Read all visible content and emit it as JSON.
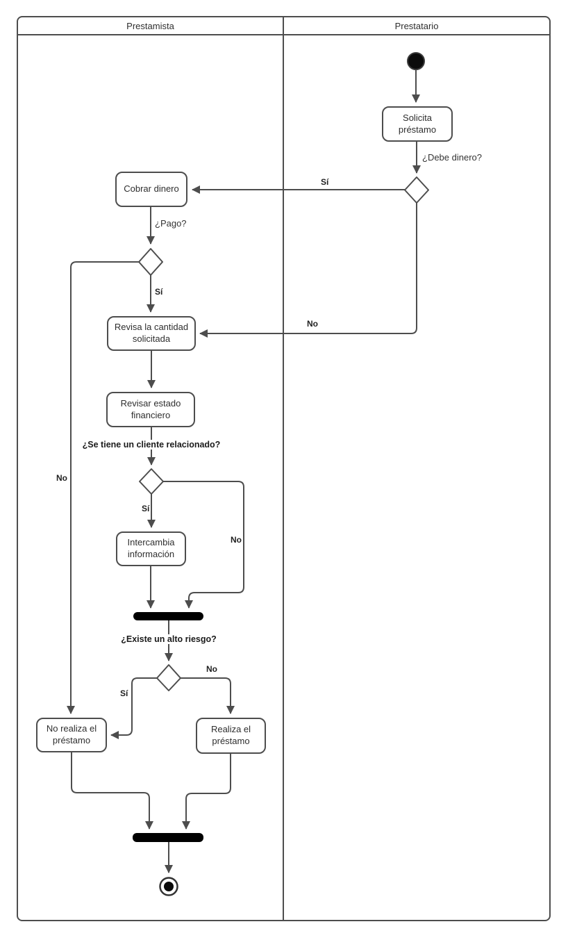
{
  "lanes": [
    {
      "label": "Prestamista"
    },
    {
      "label": "Prestatario"
    }
  ],
  "nodes": {
    "solicita_prestamo": "Solicita préstamo",
    "cobrar_dinero": "Cobrar dinero",
    "revisa_cantidad": "Revisa la cantidad solicitada",
    "revisar_estado": "Revisar estado financiero",
    "intercambia_informacion": "Intercambia información",
    "no_realiza_prestamo": "No realiza el préstamo",
    "realiza_prestamo": "Realiza el préstamo"
  },
  "decision_labels": {
    "debe_dinero": "¿Debe dinero?",
    "pago": "¿Pago?",
    "cliente_relacionado": "¿Se tiene un cliente relacionado?",
    "alto_riesgo": "¿Existe un alto riesgo?"
  },
  "edge_labels": {
    "debe_si": "Sí",
    "debe_no": "No",
    "pago_si": "Sí",
    "pago_no": "No",
    "cliente_si": "Sí",
    "cliente_no": "No",
    "riesgo_si": "Sí",
    "riesgo_no": "No"
  },
  "colors": {
    "stroke": "#4d4d4d",
    "node_fill": "#ffffff",
    "bar_fill": "#000000",
    "text": "#2e2e2e"
  }
}
